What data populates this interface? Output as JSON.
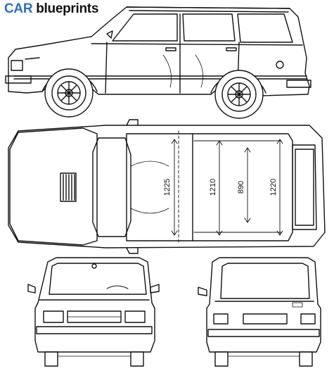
{
  "logo": {
    "brand": "CAR",
    "suffix": "blueprints"
  },
  "dimensions": {
    "d1": "1225",
    "d2": "1210",
    "d3": "890",
    "d4": "1220"
  },
  "colors": {
    "brand_blue": "#2b6fc6",
    "line": "#111111",
    "background": "#ffffff"
  }
}
